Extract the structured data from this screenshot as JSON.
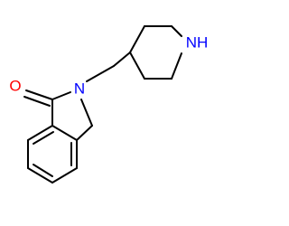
{
  "molecule": {
    "atoms": {
      "oxygen": {
        "symbol": "O",
        "color": "#ff0000"
      },
      "lactam_nitrogen": {
        "symbol": "N",
        "color": "#0000ff"
      },
      "piperidine_nitrogen": {
        "symbol": "NH",
        "color": "#0000ff"
      }
    },
    "bond_color": "#000000"
  }
}
